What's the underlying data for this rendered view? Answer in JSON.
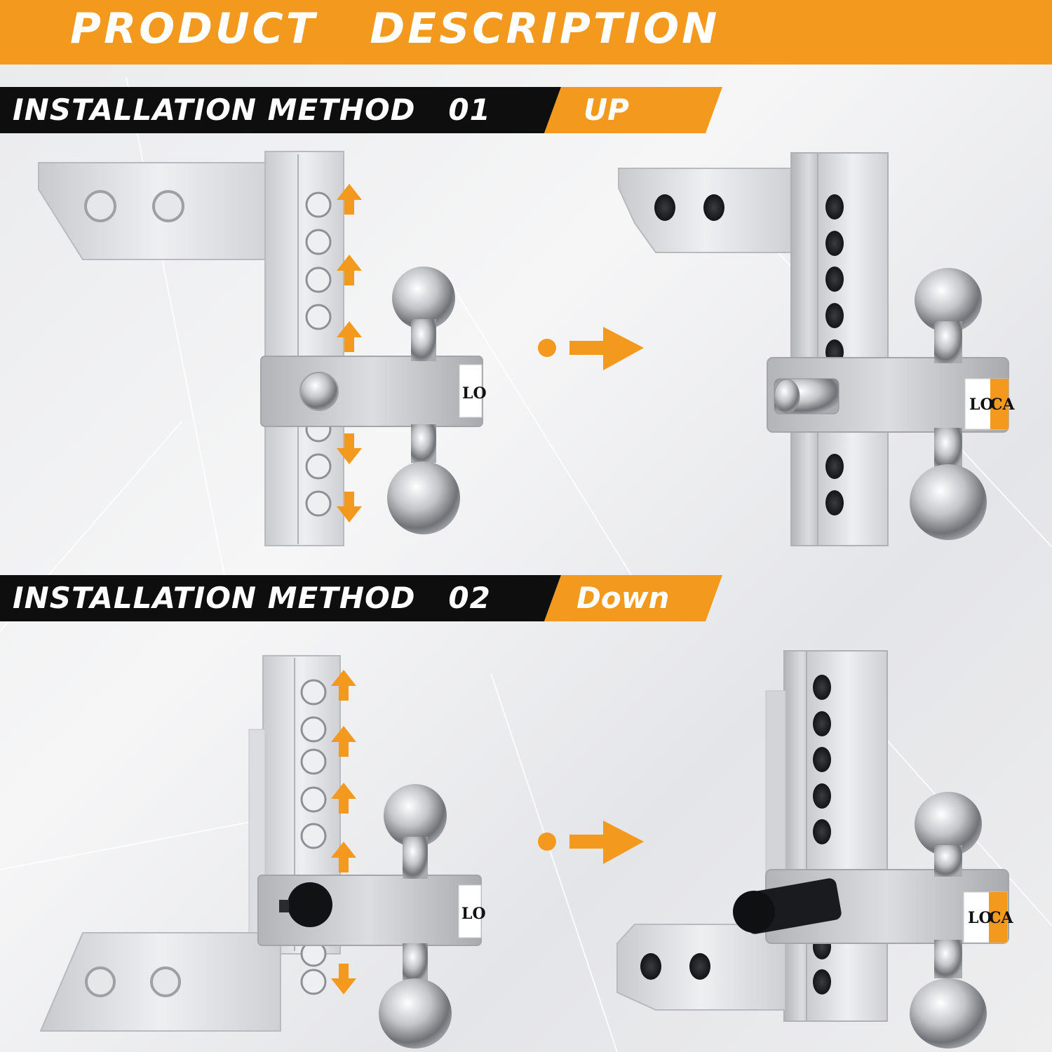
{
  "header": {
    "title": "PRODUCT   DESCRIPTION"
  },
  "methods": [
    {
      "title": "INSTALLATION METHOD   01",
      "direction": "UP"
    },
    {
      "title": "INSTALLATION METHOD   02",
      "direction": "Down"
    }
  ],
  "brand": {
    "logo_text_left": "LO",
    "logo_text_right": "CA"
  },
  "colors": {
    "accent": "#f39a1e",
    "bar": "#0e0e0e",
    "metal": "#d9dadd"
  },
  "icons": [
    "arrow-up-icon",
    "arrow-down-icon",
    "arrow-right-icon"
  ]
}
